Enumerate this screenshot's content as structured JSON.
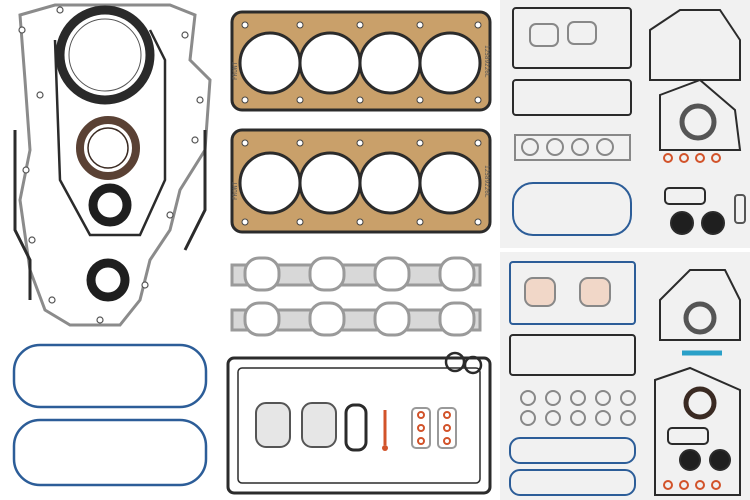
{
  "photo": {
    "background": "#ffffff",
    "panel_background": "#f1f1f1"
  },
  "gasket_print": {
    "head_left_top": "FRONT",
    "head_right_top": "12589226L",
    "head_left_bottom": "FRONT",
    "head_right_bottom": "12589226L"
  },
  "colors": {
    "steel": "#8b8b8b",
    "dark": "#2b2b2b",
    "copper": "#c9a06a",
    "blue": "#2c5d98",
    "rubber": "#2a2a2a",
    "seal_brown": "#5a4134",
    "orange_ring": "#d2532a",
    "cyan_plug": "#2aa0c8"
  }
}
